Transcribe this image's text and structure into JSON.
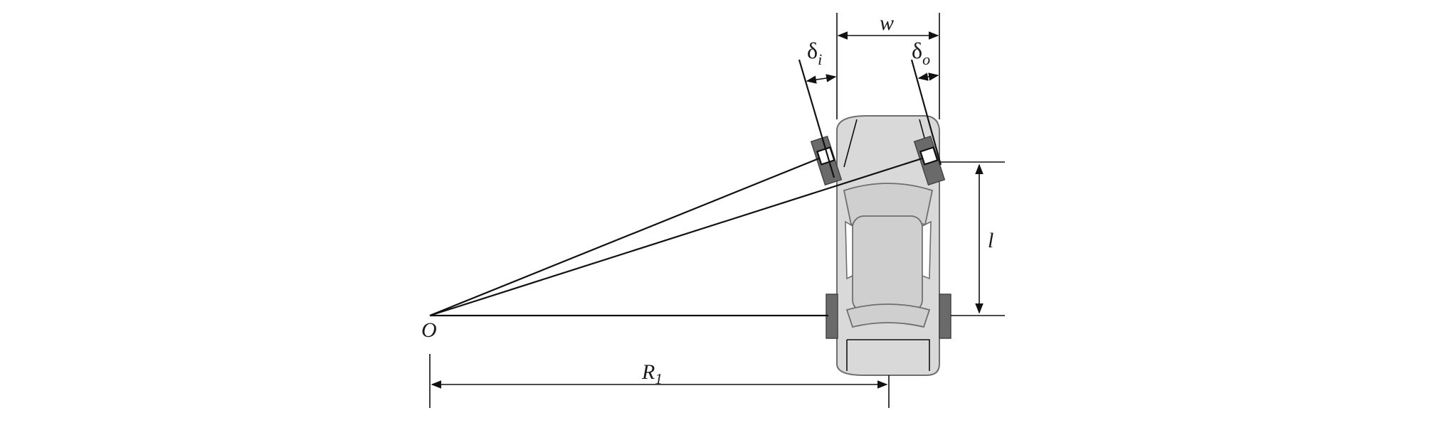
{
  "labels": {
    "center": "O",
    "radius": "R",
    "radius_sub": "1",
    "track_width": "w",
    "wheelbase": "l",
    "inner_angle": "δ",
    "inner_sub": "i",
    "outer_angle": "δ",
    "outer_sub": "o"
  },
  "colors": {
    "car_body": "#d9d9d9",
    "tire": "#6a6a6a",
    "line": "#111111"
  }
}
